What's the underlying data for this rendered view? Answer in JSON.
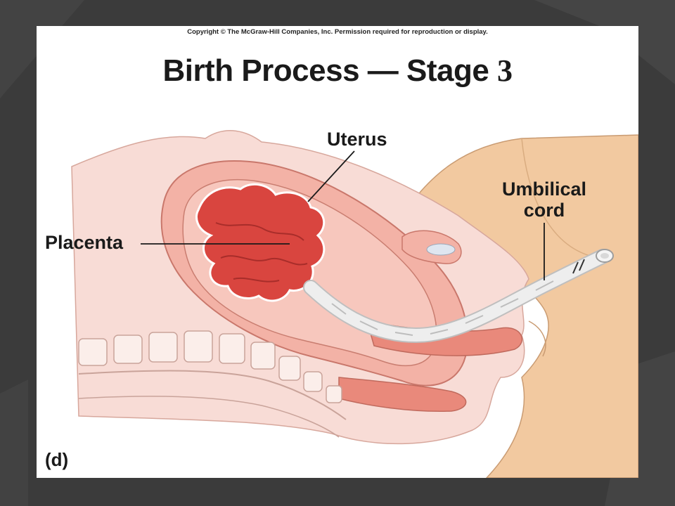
{
  "copyright": "Copyright © The McGraw-Hill Companies, Inc. Permission required for reproduction or display.",
  "title": {
    "main": "Birth Process — Stage",
    "number": "3"
  },
  "labels": {
    "uterus": "Uterus",
    "placenta": "Placenta",
    "umbilical_line1": "Umbilical",
    "umbilical_line2": "cord",
    "panel": "(d)"
  },
  "colors": {
    "slide_background": "#3b3b3b",
    "panel_background": "#ffffff",
    "tissue_pink": "#f6d4cf",
    "uterus_wall": "#f3b2a6",
    "placenta_red": "#d9453f",
    "skin": "#f2c9a0",
    "cord_white": "#eeeeee"
  }
}
